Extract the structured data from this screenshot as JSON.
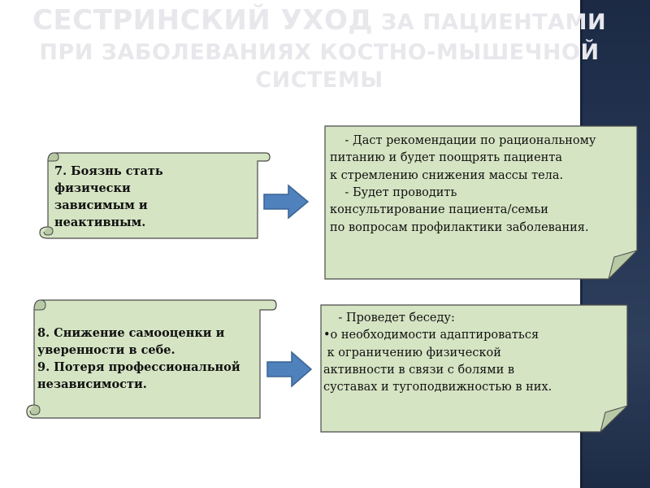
{
  "title": {
    "line1_big": "СЕСТРИНСКИЙ УХОД",
    "line1_small": " ЗА ПАЦИЕНТАМИ",
    "line2": "ПРИ ЗАБОЛЕВАНИЯХ КОСТНО-МЫШЕЧНОЙ",
    "line3": "СИСТЕМЫ"
  },
  "problems": [
    {
      "lines": [
        " 7. Боязнь стать",
        "физически",
        "зависимым и",
        "неактивным."
      ]
    },
    {
      "lines": [
        "8. Снижение самооценки и",
        "уверенности в себе.",
        "9. Потеря профессиональной",
        "независимости."
      ]
    }
  ],
  "interventions": [
    {
      "lines": [
        "    - Даст рекомендации по рациональному",
        "питанию и будет поощрять пациента",
        "к стремлению снижения массы тела.",
        "    - Будет проводить",
        "консультирование пациента/семьи",
        "по вопросам профилактики заболевания."
      ]
    },
    {
      "lines": [
        "    - Проведет беседу:",
        "•о необходимости адаптироваться",
        " к ограничению физической",
        "активности в связи с болями в",
        "суставах и тугоподвижностью в них."
      ]
    }
  ],
  "colors": {
    "box_fill": "#d5e4c3",
    "box_stroke": "#4a4a4a",
    "arrow_fill": "#4f81bd",
    "arrow_stroke": "#3a6494",
    "title_color": "#e8e8ec",
    "band_color": "#233452"
  }
}
